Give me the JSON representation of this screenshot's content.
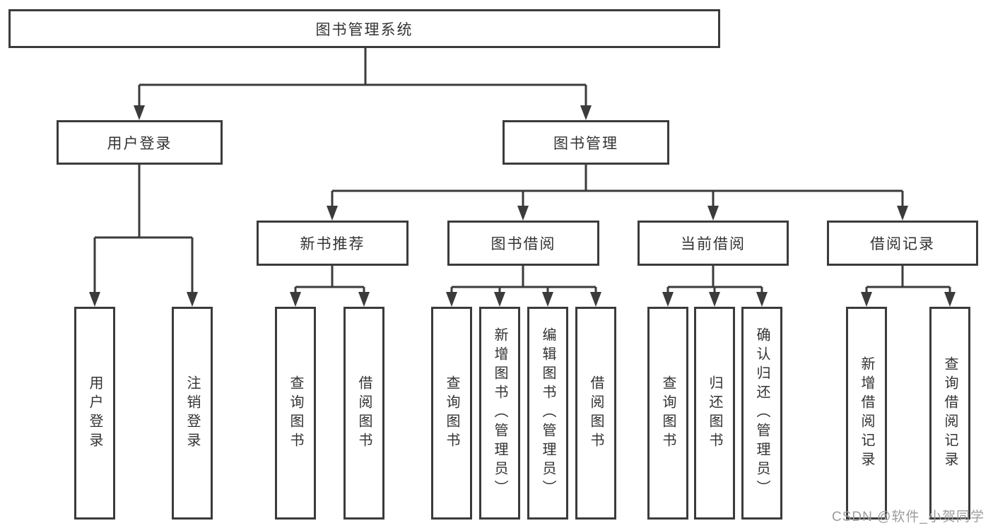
{
  "diagram": {
    "root": {
      "label": "图书管理系统"
    },
    "level2": [
      {
        "label": "用户登录"
      },
      {
        "label": "图书管理"
      }
    ],
    "level3": [
      {
        "label": "新书推荐"
      },
      {
        "label": "图书借阅"
      },
      {
        "label": "当前借阅"
      },
      {
        "label": "借阅记录"
      }
    ],
    "leaves": {
      "user_login": [
        "用户登录",
        "注销登录"
      ],
      "new_book_recommend": [
        "查询图书",
        "借阅图书"
      ],
      "book_borrow": [
        "查询图书",
        "新增图书（管理员）",
        "编辑图书（管理员）",
        "借阅图书"
      ],
      "current_borrow": [
        "查询图书",
        "归还图书",
        "确认归还（管理员）"
      ],
      "borrow_records": [
        "新增借阅记录",
        "查询借阅记录"
      ]
    }
  },
  "watermark": {
    "text": "CSDN @软件_小贺同学"
  },
  "colors": {
    "line": "#3b3b3b",
    "text": "#333333",
    "watermark": "#9c9c9c",
    "background": "#ffffff"
  }
}
